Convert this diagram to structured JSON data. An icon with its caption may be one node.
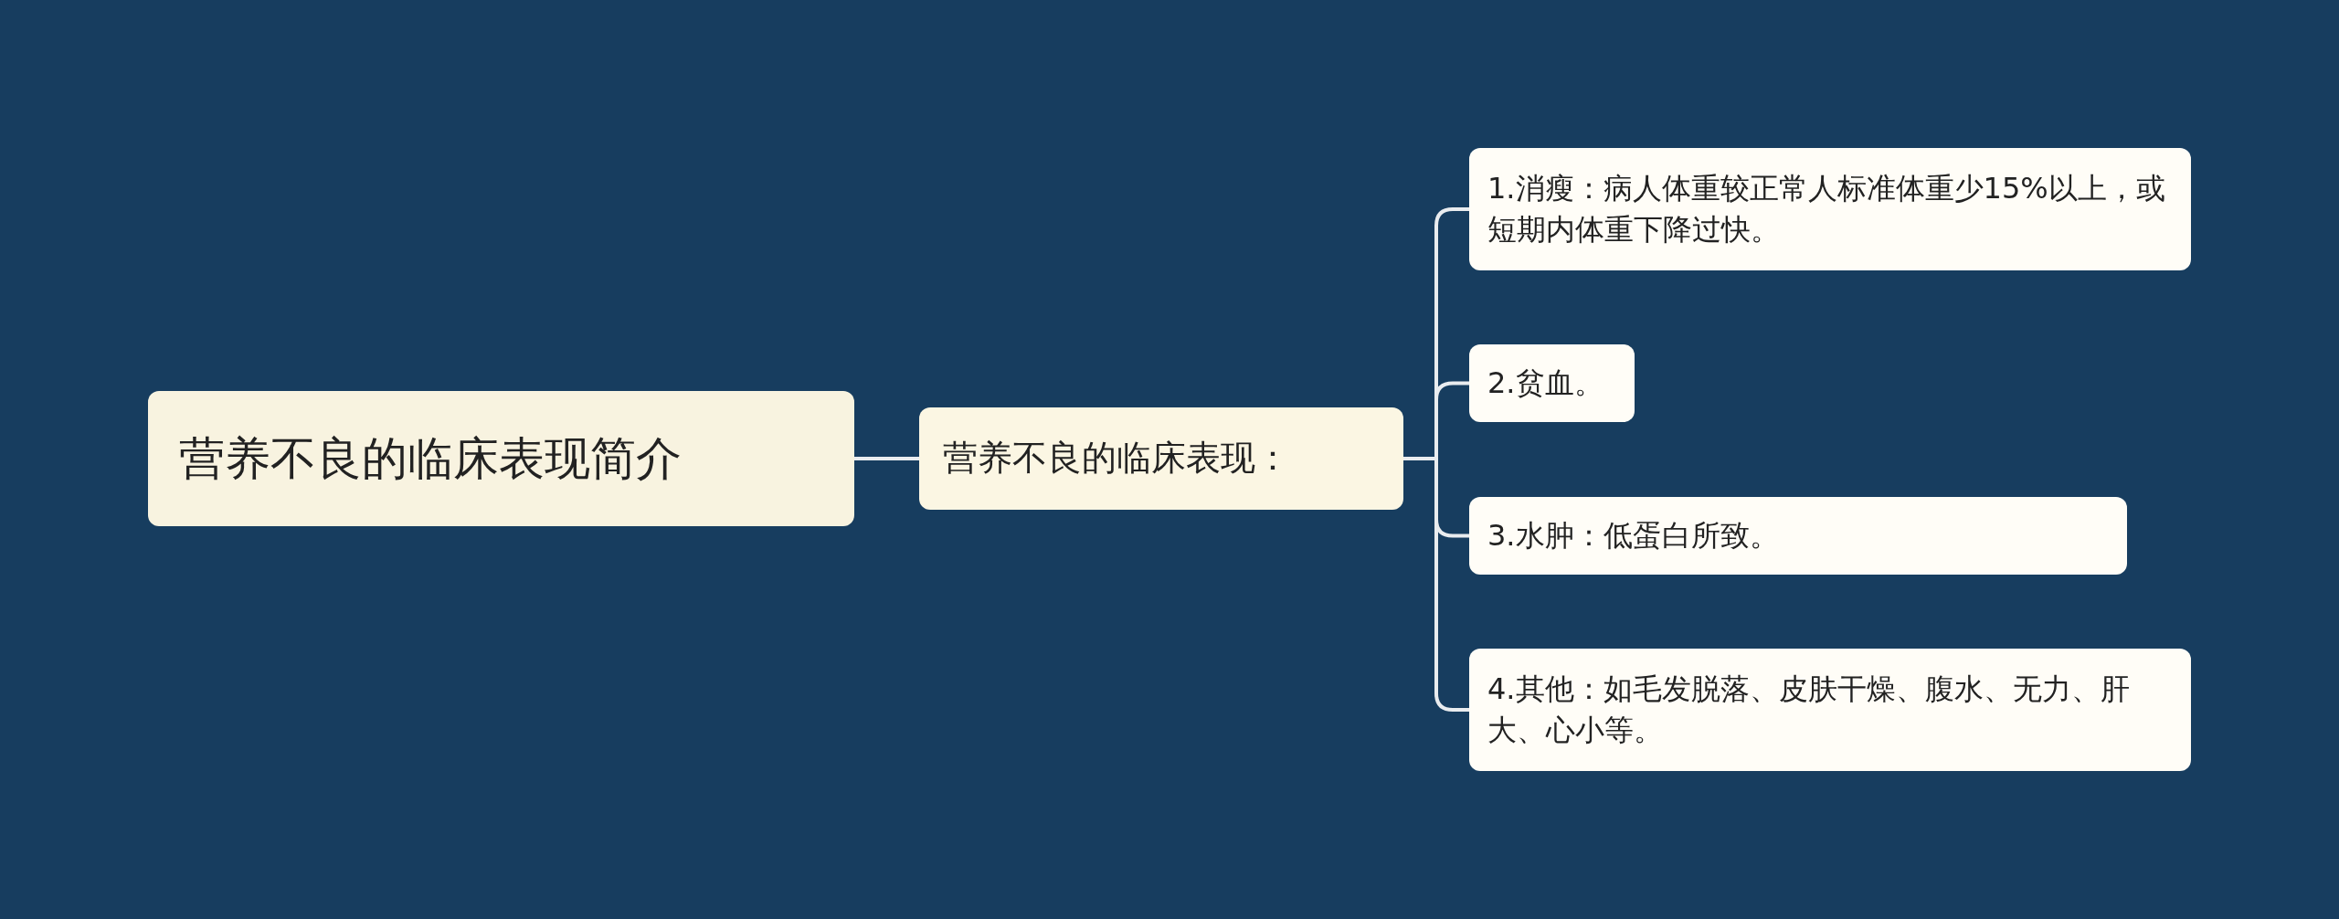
{
  "diagram": {
    "nodes": [
      {
        "text": [
          "营养不良的临床表现简介"
        ]
      },
      {
        "text": [
          "营养不良的临床表现："
        ]
      },
      {
        "text": [
          "1.消瘦：病人体重较正常人标准体重少15%以上，或短期内体重下降过快。"
        ]
      },
      {
        "text": [
          "2.贫血。"
        ]
      },
      {
        "text": [
          "3.水肿：低蛋白所致。"
        ]
      },
      {
        "text": [
          "4.其他：如毛发脱落、皮肤干燥、腹水、无力、肝大、心小等。"
        ]
      }
    ],
    "edges": [
      {
        "from": 0,
        "to": 1,
        "arrow": "none"
      },
      {
        "from": 1,
        "to": 2,
        "arrow": "none"
      },
      {
        "from": 1,
        "to": 3,
        "arrow": "none"
      },
      {
        "from": 1,
        "to": 4,
        "arrow": "none"
      },
      {
        "from": 1,
        "to": 5,
        "arrow": "none"
      }
    ]
  }
}
